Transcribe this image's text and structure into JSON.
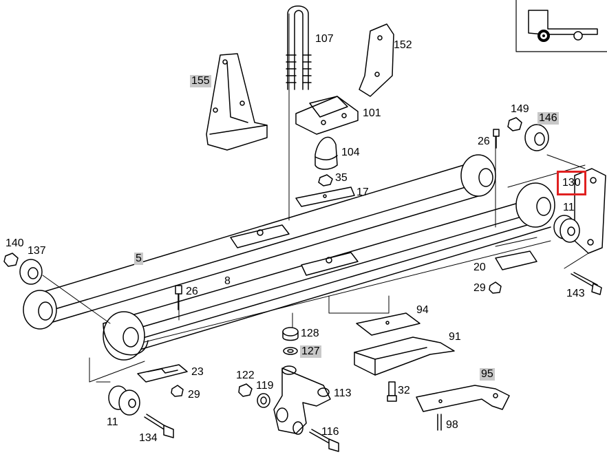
{
  "diagram": {
    "highlight_color": "#e02020",
    "shade_color": "#c8c8c8",
    "callouts": [
      {
        "key": "c155",
        "text": "155",
        "style": "hl"
      },
      {
        "key": "c107",
        "text": "107",
        "style": ""
      },
      {
        "key": "c152",
        "text": "152",
        "style": ""
      },
      {
        "key": "c101",
        "text": "101",
        "style": ""
      },
      {
        "key": "c104",
        "text": "104",
        "style": ""
      },
      {
        "key": "c35",
        "text": "35",
        "style": ""
      },
      {
        "key": "c17",
        "text": "17",
        "style": ""
      },
      {
        "key": "c149",
        "text": "149",
        "style": ""
      },
      {
        "key": "c146",
        "text": "146",
        "style": "hl"
      },
      {
        "key": "c26a",
        "text": "26",
        "style": ""
      },
      {
        "key": "c130",
        "text": "130",
        "style": "box"
      },
      {
        "key": "c11a",
        "text": "11",
        "style": ""
      },
      {
        "key": "c140",
        "text": "140",
        "style": ""
      },
      {
        "key": "c137",
        "text": "137",
        "style": ""
      },
      {
        "key": "c5",
        "text": "5",
        "style": "hl"
      },
      {
        "key": "c8",
        "text": "8",
        "style": ""
      },
      {
        "key": "c26b",
        "text": "26",
        "style": ""
      },
      {
        "key": "c20",
        "text": "20",
        "style": ""
      },
      {
        "key": "c29a",
        "text": "29",
        "style": ""
      },
      {
        "key": "c143",
        "text": "143",
        "style": ""
      },
      {
        "key": "c94",
        "text": "94",
        "style": ""
      },
      {
        "key": "c128",
        "text": "128",
        "style": ""
      },
      {
        "key": "c91",
        "text": "91",
        "style": ""
      },
      {
        "key": "c127",
        "text": "127",
        "style": "hl"
      },
      {
        "key": "c23",
        "text": "23",
        "style": ""
      },
      {
        "key": "c29b",
        "text": "29",
        "style": ""
      },
      {
        "key": "c122",
        "text": "122",
        "style": ""
      },
      {
        "key": "c119",
        "text": "119",
        "style": ""
      },
      {
        "key": "c113",
        "text": "113",
        "style": ""
      },
      {
        "key": "c95",
        "text": "95",
        "style": "hl"
      },
      {
        "key": "c32",
        "text": "32",
        "style": ""
      },
      {
        "key": "c11b",
        "text": "11",
        "style": ""
      },
      {
        "key": "c134",
        "text": "134",
        "style": ""
      },
      {
        "key": "c116",
        "text": "116",
        "style": ""
      },
      {
        "key": "c98",
        "text": "98",
        "style": ""
      }
    ],
    "inset_icon": "truck-chassis-icon"
  }
}
